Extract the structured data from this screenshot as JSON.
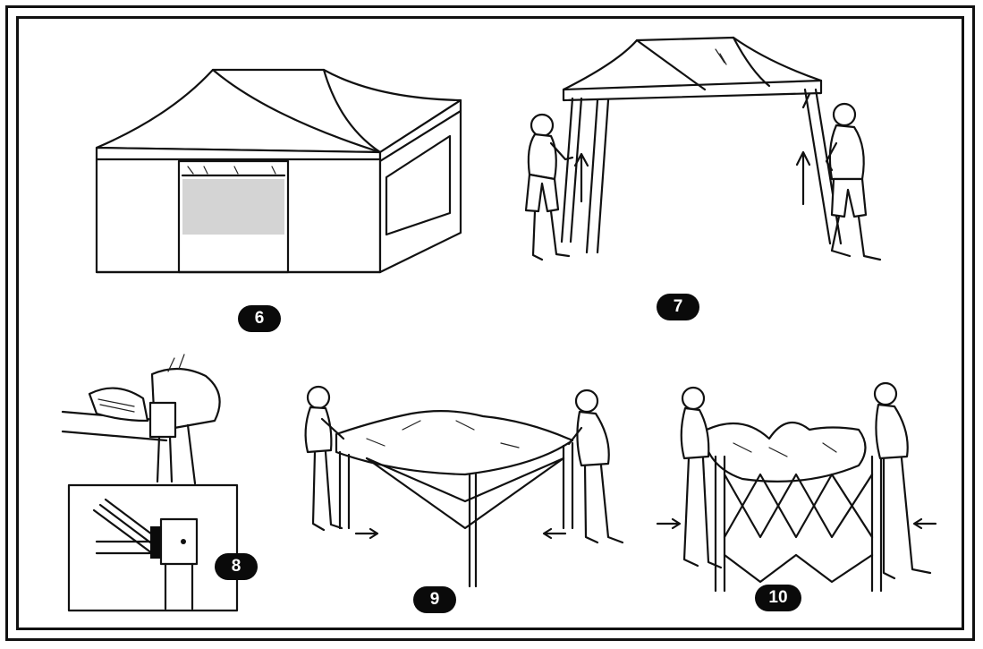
{
  "steps": [
    {
      "number": "6"
    },
    {
      "number": "7"
    },
    {
      "number": "8"
    },
    {
      "number": "9"
    },
    {
      "number": "10"
    }
  ],
  "colors": {
    "line": "#111111",
    "badge_fill": "#0a0a0a",
    "badge_text": "#ffffff",
    "window_fill": "#d4d4d4"
  }
}
